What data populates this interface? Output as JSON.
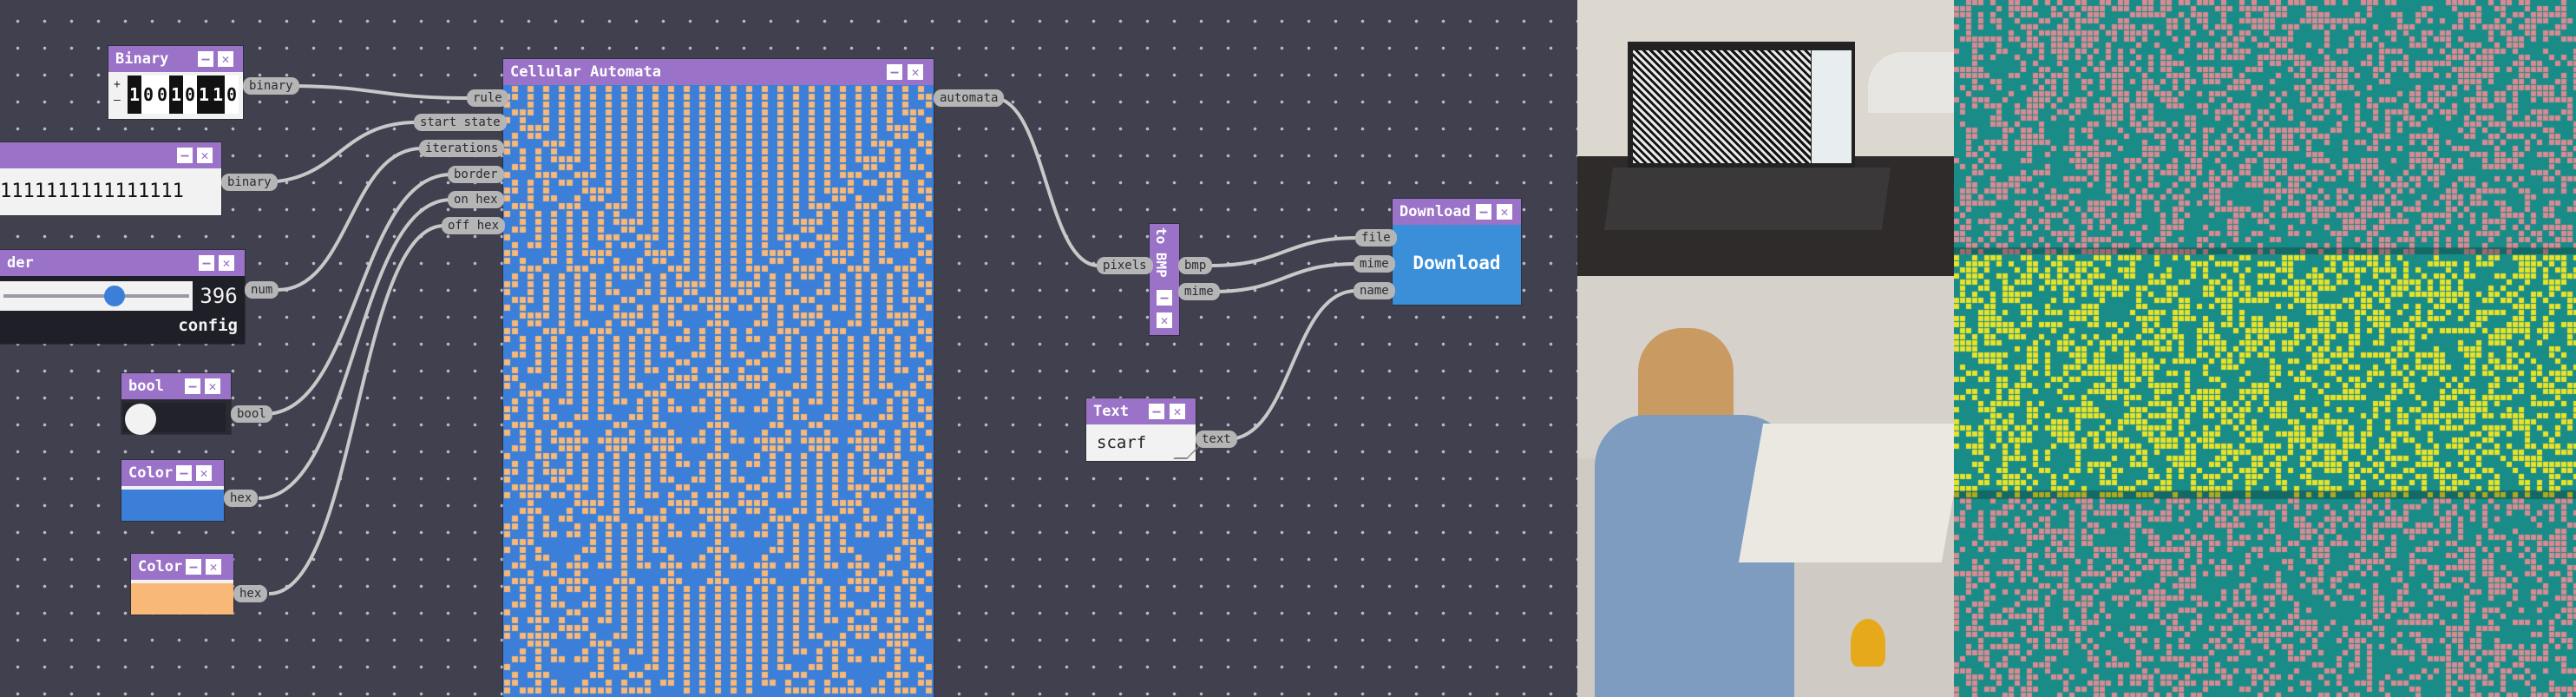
{
  "nodes": {
    "binary": {
      "title": "Binary",
      "bits": [
        "1",
        "0",
        "0",
        "1",
        "0",
        "1",
        "1",
        "0"
      ],
      "output": "binary"
    },
    "binary_array": {
      "value": "1111111111111111",
      "output": "binary"
    },
    "slider": {
      "title": "der",
      "value": "396",
      "config_label": "config",
      "output": "num",
      "fraction": 0.6
    },
    "bool": {
      "title": "bool",
      "output": "bool"
    },
    "color1": {
      "title": "Color",
      "output": "hex",
      "swatch": "#3b7fd9"
    },
    "color2": {
      "title": "Color",
      "output": "hex",
      "swatch": "#f7b878"
    },
    "automata": {
      "title": "Cellular Automata",
      "inputs": [
        "rule",
        "start state",
        "iterations",
        "border",
        "on hex",
        "off hex"
      ],
      "output": "automata",
      "on_color": "#f7b878",
      "off_color": "#3b7fd9"
    },
    "to_bmp": {
      "title": "to BMP",
      "inputs": [
        "pixels"
      ],
      "outputs": [
        "bmp",
        "mime"
      ]
    },
    "text": {
      "title": "Text",
      "value": "scarf",
      "output": "text"
    },
    "download": {
      "title": "Download",
      "inputs": [
        "file",
        "mime",
        "name"
      ],
      "button_label": "Download"
    }
  },
  "colors": {
    "canvas_bg": "#40404f",
    "node_header": "#9a72c7",
    "wire": "#c8c8c8",
    "port_bg": "#b5b5b5",
    "teal_knit": "#1a8c88",
    "pink_knit": "#d98a92",
    "yellow_knit": "#e8e22a"
  },
  "photos": {
    "laptop": "laptop-with-automata-pattern",
    "knitter": "person-at-knitting-machine",
    "knit": "knitted-scarf-closeup"
  }
}
